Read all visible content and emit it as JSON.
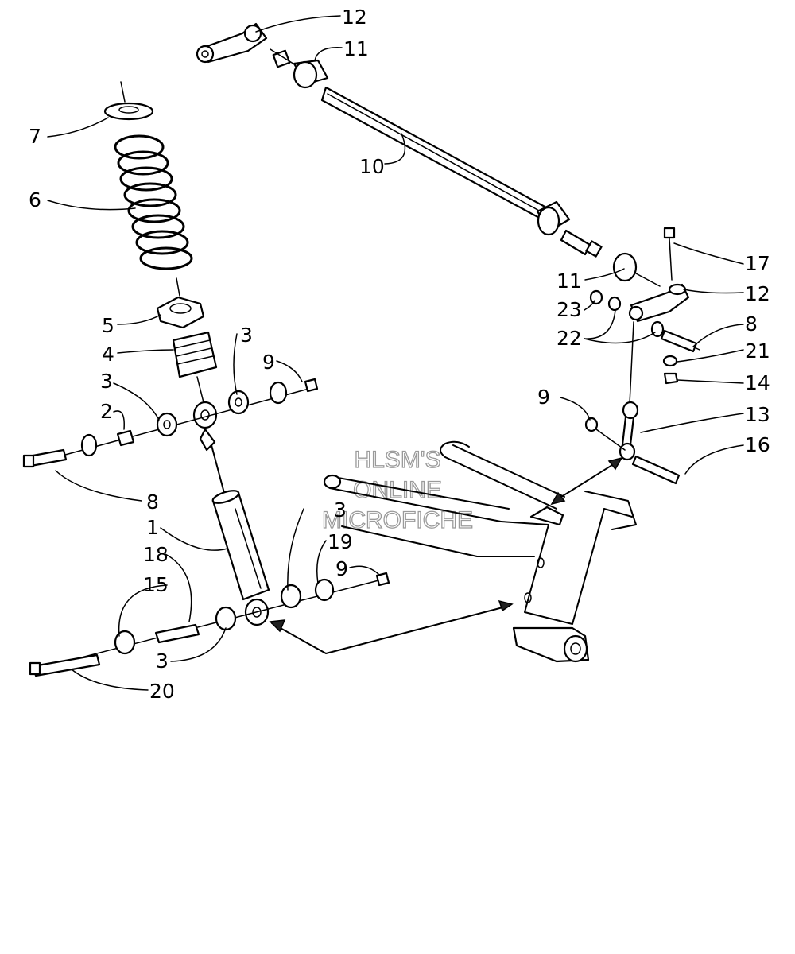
{
  "callouts": {
    "c1": "1",
    "c2": "2",
    "c3a": "3",
    "c3b": "3",
    "c3c": "3",
    "c3d": "3",
    "c4": "4",
    "c5": "5",
    "c6": "6",
    "c7": "7",
    "c8a": "8",
    "c8b": "8",
    "c9a": "9",
    "c9b": "9",
    "c9c": "9",
    "c10": "10",
    "c11a": "11",
    "c11b": "11",
    "c12a": "12",
    "c12b": "12",
    "c13": "13",
    "c14": "14",
    "c15": "15",
    "c16": "16",
    "c17": "17",
    "c18": "18",
    "c19": "19",
    "c20": "20",
    "c21": "21",
    "c22": "22",
    "c23": "23"
  },
  "watermark": [
    "HLSM'S",
    "ONLINE",
    "MICROFICHE"
  ]
}
